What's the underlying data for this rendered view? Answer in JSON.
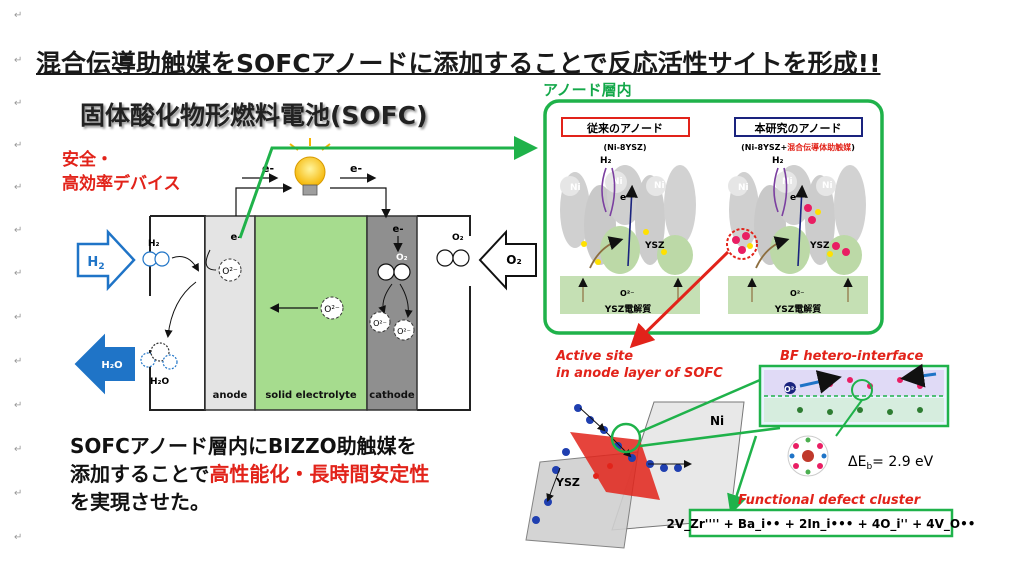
{
  "title": "混合伝導助触媒をSOFCアノードに添加することで反応活性サイトを形成!!",
  "subtitle": "固体酸化物形燃料電池(SOFC)",
  "safe_label": [
    "安全・",
    "高効率デバイス"
  ],
  "bottom": {
    "line1": "SOFCアノード層内にBIZZO助触媒を",
    "line2a": "添加することで",
    "line2b": "高性能化・長時間安定性",
    "line3": "を実現させた。"
  },
  "cell": {
    "anode": "anode",
    "electrolyte": "solid electrolyte",
    "cathode": "cathode",
    "h2_in": "H",
    "h2_sub": "2",
    "h2o_out": "H₂O",
    "h2_small": "H₂",
    "h2o_small": "H₂O",
    "o2_small": "O₂",
    "o2_in": "O₂",
    "e_minus": "e-",
    "o2minus": "O²⁻"
  },
  "anode_panel": {
    "label": "アノード層内",
    "conventional": "従来のアノード",
    "this_work": "本研究のアノード",
    "conv_formula": "(Ni-8YSZ)",
    "this_formula_a": "(Ni-8YSZ+",
    "this_formula_b": "混合伝導体助触媒",
    "this_formula_c": ")",
    "ni": "Ni",
    "ysz": "YSZ",
    "h2": "H₂",
    "e": "e⁻",
    "o2minus": "O²⁻",
    "electrolyte": "YSZ電解質"
  },
  "lower": {
    "active_site_1": "Active site",
    "active_site_2": "in anode layer of SOFC",
    "bf": "BF hetero-interface",
    "ni": "Ni",
    "ysz": "YSZ",
    "o2m": "O²⁻",
    "delta_e": "ΔE",
    "delta_sub": "b",
    "delta_val": "= 2.9 eV",
    "defect": "Functional defect cluster",
    "formula": "2V_Zr'''' + Ba_i•• + 2In_i••• + 4O_i'' + 4V_O••"
  },
  "colors": {
    "green": "#1fb24a",
    "red": "#e2231a",
    "blue": "#1f74c7",
    "navy": "#1a237e"
  }
}
